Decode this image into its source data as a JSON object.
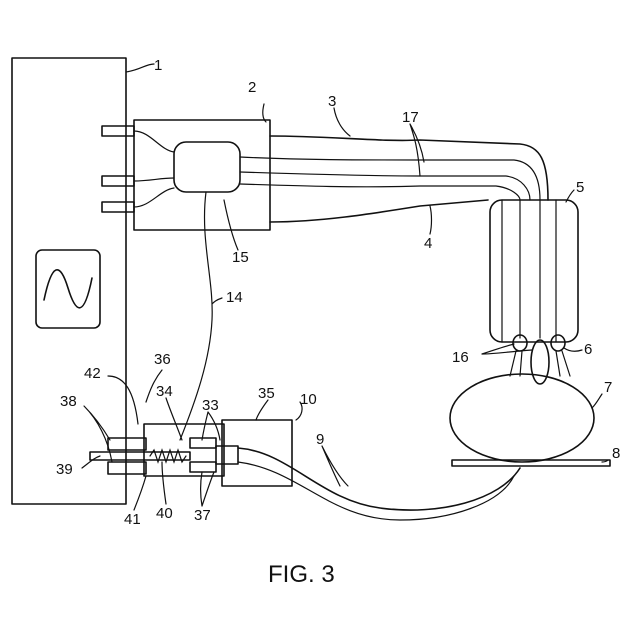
{
  "caption": "FIG. 3",
  "labels": {
    "l1": "1",
    "l2": "2",
    "l3": "3",
    "l4": "4",
    "l5": "5",
    "l6": "6",
    "l7": "7",
    "l8": "8",
    "l9": "9",
    "l10": "10",
    "l14": "14",
    "l15": "15",
    "l16": "16",
    "l17": "17",
    "l33": "33",
    "l34": "34",
    "l35": "35",
    "l36": "36",
    "l37": "37",
    "l38": "38",
    "l39": "39",
    "l40": "40",
    "l41": "41",
    "l42": "42"
  }
}
